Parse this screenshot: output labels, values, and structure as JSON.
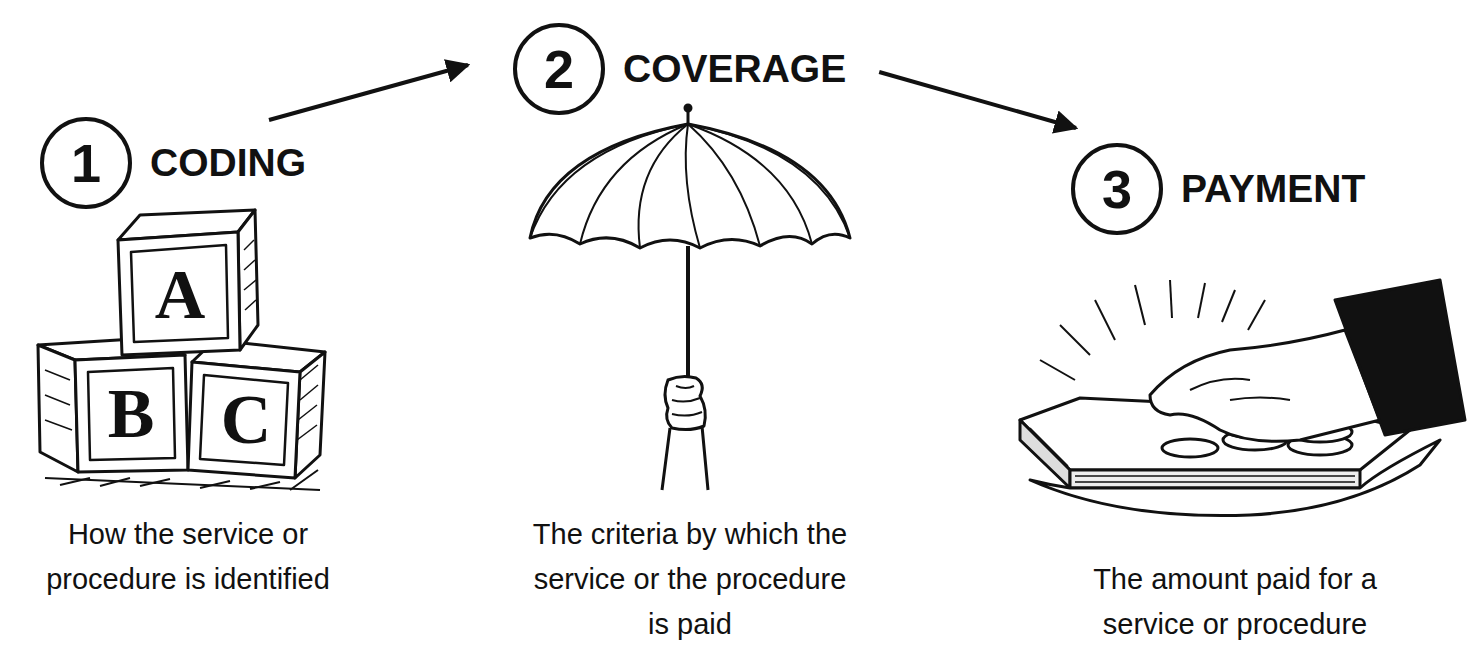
{
  "diagram": {
    "nodes": [
      {
        "text": [
          "1",
          "CODING",
          "How the service or procedure is identified"
        ]
      },
      {
        "text": [
          "2",
          "COVERAGE",
          "The criteria by which the service or the procedure is paid"
        ]
      },
      {
        "text": [
          "3",
          "PAYMENT",
          "The amount paid for a service or procedure"
        ]
      }
    ],
    "edges": [
      {
        "from": 0,
        "to": 1,
        "arrow": "to"
      },
      {
        "from": 1,
        "to": 2,
        "arrow": "to"
      }
    ],
    "labels": [
      "A",
      "B",
      "C"
    ]
  }
}
